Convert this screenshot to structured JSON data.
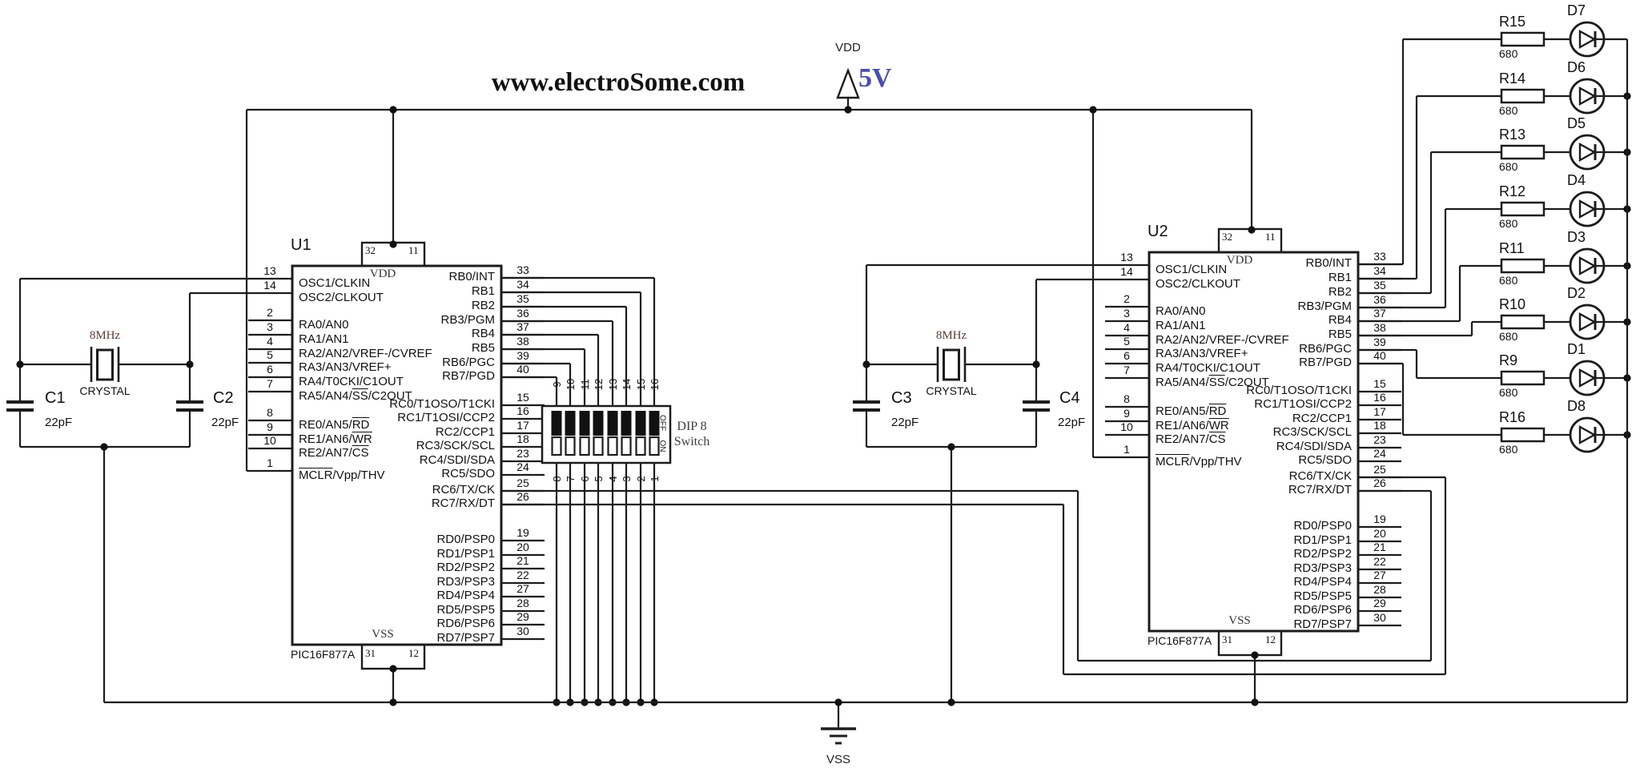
{
  "title": "www.electroSome.com",
  "power": {
    "vdd_net": "VDD",
    "vdd_voltage": "5V",
    "vss_net": "VSS"
  },
  "microcontrollers": {
    "part_number": "PIC16F877A",
    "instances": [
      {
        "ref": "U1"
      },
      {
        "ref": "U2"
      }
    ],
    "power_pins": {
      "vdd_label": "VDD",
      "vdd_pins": [
        "32",
        "11"
      ],
      "vss_label": "VSS",
      "vss_pins": [
        "31",
        "12"
      ]
    },
    "left_pins": [
      {
        "num": "13",
        "label": "OSC1/CLKIN"
      },
      {
        "num": "14",
        "label": "OSC2/CLKOUT"
      },
      {
        "num": "2",
        "label": "RA0/AN0"
      },
      {
        "num": "3",
        "label": "RA1/AN1"
      },
      {
        "num": "4",
        "label": "RA2/AN2/VREF-/CVREF"
      },
      {
        "num": "5",
        "label": "RA3/AN3/VREF+"
      },
      {
        "num": "6",
        "label": "RA4/T0CKI/C1OUT"
      },
      {
        "num": "7",
        "label": "RA5/AN4/SS/C2OUT",
        "overline": "SS"
      },
      {
        "num": "8",
        "label": "RE0/AN5/RD",
        "overline": "RD"
      },
      {
        "num": "9",
        "label": "RE1/AN6/WR",
        "overline": "WR"
      },
      {
        "num": "10",
        "label": "RE2/AN7/CS",
        "overline": "CS"
      },
      {
        "num": "1",
        "label": "MCLR/Vpp/THV",
        "overline": "MCLR"
      }
    ],
    "right_pins_portb": [
      {
        "num": "33",
        "label": "RB0/INT"
      },
      {
        "num": "34",
        "label": "RB1"
      },
      {
        "num": "35",
        "label": "RB2"
      },
      {
        "num": "36",
        "label": "RB3/PGM"
      },
      {
        "num": "37",
        "label": "RB4"
      },
      {
        "num": "38",
        "label": "RB5"
      },
      {
        "num": "39",
        "label": "RB6/PGC"
      },
      {
        "num": "40",
        "label": "RB7/PGD"
      }
    ],
    "right_pins_portc": [
      {
        "num": "15",
        "label": "RC0/T1OSO/T1CKI"
      },
      {
        "num": "16",
        "label": "RC1/T1OSI/CCP2"
      },
      {
        "num": "17",
        "label": "RC2/CCP1"
      },
      {
        "num": "18",
        "label": "RC3/SCK/SCL"
      },
      {
        "num": "23",
        "label": "RC4/SDI/SDA"
      },
      {
        "num": "24",
        "label": "RC5/SDO"
      },
      {
        "num": "25",
        "label": "RC6/TX/CK"
      },
      {
        "num": "26",
        "label": "RC7/RX/DT"
      }
    ],
    "right_pins_portd": [
      {
        "num": "19",
        "label": "RD0/PSP0"
      },
      {
        "num": "20",
        "label": "RD1/PSP1"
      },
      {
        "num": "21",
        "label": "RD2/PSP2"
      },
      {
        "num": "22",
        "label": "RD3/PSP3"
      },
      {
        "num": "27",
        "label": "RD4/PSP4"
      },
      {
        "num": "28",
        "label": "RD5/PSP5"
      },
      {
        "num": "29",
        "label": "RD6/PSP6"
      },
      {
        "num": "30",
        "label": "RD7/PSP7"
      }
    ]
  },
  "oscillator_circuits": [
    {
      "crystal_freq": "8MHz",
      "crystal_label": "CRYSTAL",
      "cap_left": {
        "ref": "C1",
        "value": "22pF"
      },
      "cap_right": {
        "ref": "C2",
        "value": "22pF"
      }
    },
    {
      "crystal_freq": "8MHz",
      "crystal_label": "CRYSTAL",
      "cap_left": {
        "ref": "C3",
        "value": "22pF"
      },
      "cap_right": {
        "ref": "C4",
        "value": "22pF"
      }
    }
  ],
  "dip_switch": {
    "name_line1": "DIP 8",
    "name_line2": "Switch",
    "off_label": "OFF",
    "on_label": "ON",
    "top_pins": [
      "9",
      "10",
      "11",
      "12",
      "13",
      "14",
      "15",
      "16"
    ],
    "bottom_pins": [
      "8",
      "7",
      "6",
      "5",
      "4",
      "3",
      "2",
      "1"
    ]
  },
  "led_array": [
    {
      "resistor": "R15",
      "resistance": "680",
      "led": "D7"
    },
    {
      "resistor": "R14",
      "resistance": "680",
      "led": "D6"
    },
    {
      "resistor": "R13",
      "resistance": "680",
      "led": "D5"
    },
    {
      "resistor": "R12",
      "resistance": "680",
      "led": "D4"
    },
    {
      "resistor": "R11",
      "resistance": "680",
      "led": "D3"
    },
    {
      "resistor": "R10",
      "resistance": "680",
      "led": "D2"
    },
    {
      "resistor": "R9",
      "resistance": "680",
      "led": "D1"
    },
    {
      "resistor": "R16",
      "resistance": "680",
      "led": "D8"
    }
  ],
  "colors": {
    "wire": "#1c1c1c",
    "voltage_text": "#4a4fa8",
    "annotation": "#3f3f3f",
    "crystal_freq_text": "#5a3b35"
  }
}
